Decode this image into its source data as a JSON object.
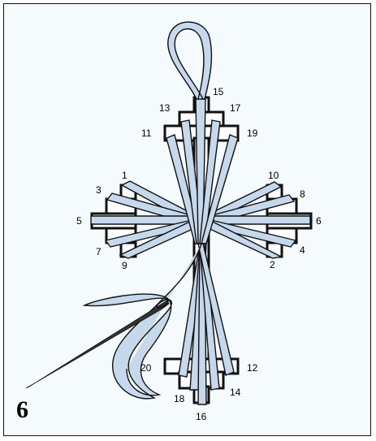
{
  "step_number": "6",
  "hole_labels": [
    "1",
    "2",
    "3",
    "4",
    "5",
    "6",
    "7",
    "8",
    "9",
    "10",
    "11",
    "12",
    "13",
    "14",
    "15",
    "16",
    "17",
    "18",
    "19",
    "20"
  ],
  "colors": {
    "panel_background": "#f5fafd",
    "ribbon_fill": "#c6d8ec",
    "outline": "#111111",
    "needle": "#333333"
  },
  "icons": [
    "needle-icon",
    "ribbon-loop"
  ]
}
